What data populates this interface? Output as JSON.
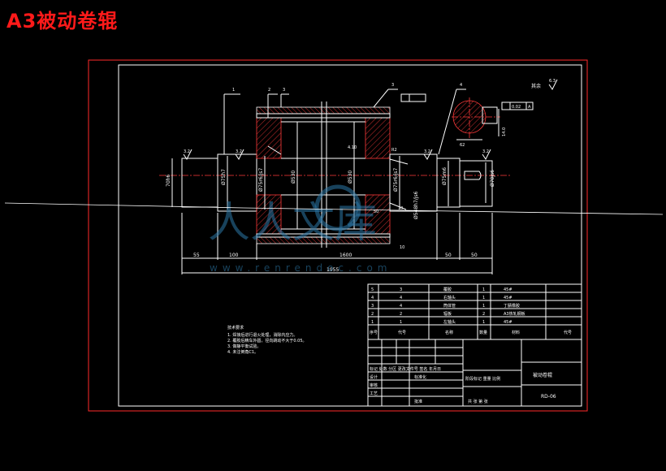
{
  "title": "A3被动卷辊",
  "dimensions": {
    "d_left_end": "Ø75h7",
    "d_left_mid": "Ø75r6/js7",
    "d_bore_a": "Ø530",
    "d_bore_b": "Ø530",
    "d_right_mid": "Ø75r6/js7",
    "d_right_bearing": "Ø75m6",
    "d_right_end": "Ø70js6",
    "d_left_face": "70h6",
    "d_flange": "Ø548h7/js6",
    "len_55": "55",
    "len_100": "100",
    "len_1600": "1600",
    "len_1955": "1955",
    "len_50a": "50",
    "len_50b": "50",
    "len_50c": "50",
    "chamfer": "10",
    "chamfer2": "10",
    "ra_32a": "3.2",
    "ra_32b": "3.2",
    "ra_32c": "3.2",
    "ra_32d": "3.2",
    "ra_other": "其余",
    "ra_other_val": "6.3",
    "section_w": "62",
    "section_h": "14.0",
    "tol_frame": "0.02",
    "tol_ref": "A",
    "c430": "4.10",
    "r2": "R2"
  },
  "balloons": [
    "1",
    "2",
    "3",
    "3",
    "4"
  ],
  "bom": [
    {
      "no": "5",
      "code": "3",
      "name": "覆胶",
      "qty": "1",
      "material": "45#"
    },
    {
      "no": "4",
      "code": "4",
      "name": "右轴头",
      "qty": "1",
      "material": "45#"
    },
    {
      "no": "3",
      "code": "4",
      "name": "筒体管",
      "qty": "1",
      "material": "丁腈橡胶"
    },
    {
      "no": "2",
      "code": "2",
      "name": "辐板",
      "qty": "2",
      "material": "A3热轧钢板"
    },
    {
      "no": "1",
      "code": "1",
      "name": "左轴头",
      "qty": "1",
      "material": "45#"
    }
  ],
  "bom_header": {
    "no": "序号",
    "code": "代号",
    "name": "名称",
    "qty": "数量",
    "material": "材料",
    "extra": "代号"
  },
  "notes_title": "技术要求",
  "notes": [
    "1. 焊接后进行退火处理，消除内应力。",
    "2. 覆胶后精车外圆，径向跳动不大于0.05。",
    "3. 做静平衡试验。",
    "4. 未注倒角C1。"
  ],
  "title_block": {
    "part_name": "被动卷辊",
    "drawing_no": "RD-06",
    "row1": "标记 处数 分区 更改文件号 签名 年月日",
    "designer": "设计",
    "standard": "标准化",
    "checker": "审核",
    "process": "工艺",
    "approve": "批准",
    "stage": "阶段标记 重量 比例",
    "sheets": "共 张 第 张"
  },
  "watermark": {
    "text_cn": "人人文库",
    "text_url": "www.renrendoc.com"
  }
}
